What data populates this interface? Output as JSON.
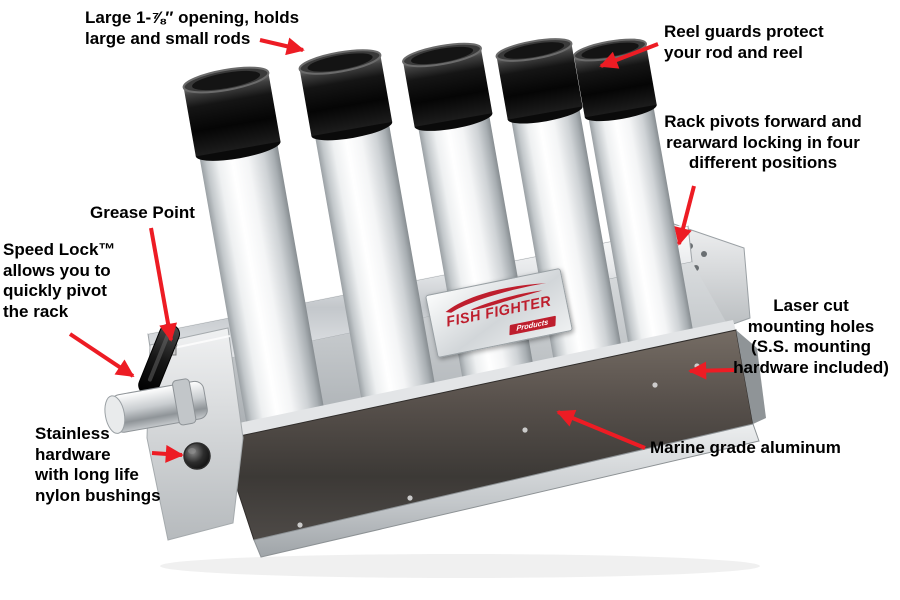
{
  "product": {
    "brand": "FISH FIGHTER",
    "brand_sub": "Products"
  },
  "annotations": {
    "opening": "Large 1-⅞″ opening, holds\nlarge and small rods",
    "reel_guards": "Reel guards protect\nyour rod and reel",
    "pivot": "Rack pivots forward and\nrearward locking in four\ndifferent positions",
    "grease": "Grease Point",
    "speed_lock": "Speed Lock™\nallows you to\nquickly pivot\nthe rack",
    "laser_holes": "Laser cut\nmounting holes\n(S.S. mounting\nhardware included)",
    "stainless": "Stainless\nhardware\nwith long life\nnylon bushings",
    "aluminum": "Marine grade aluminum"
  },
  "colors": {
    "arrow_red": "#ed1c24",
    "logo_red": "#be1e2d",
    "background": "#ffffff"
  }
}
